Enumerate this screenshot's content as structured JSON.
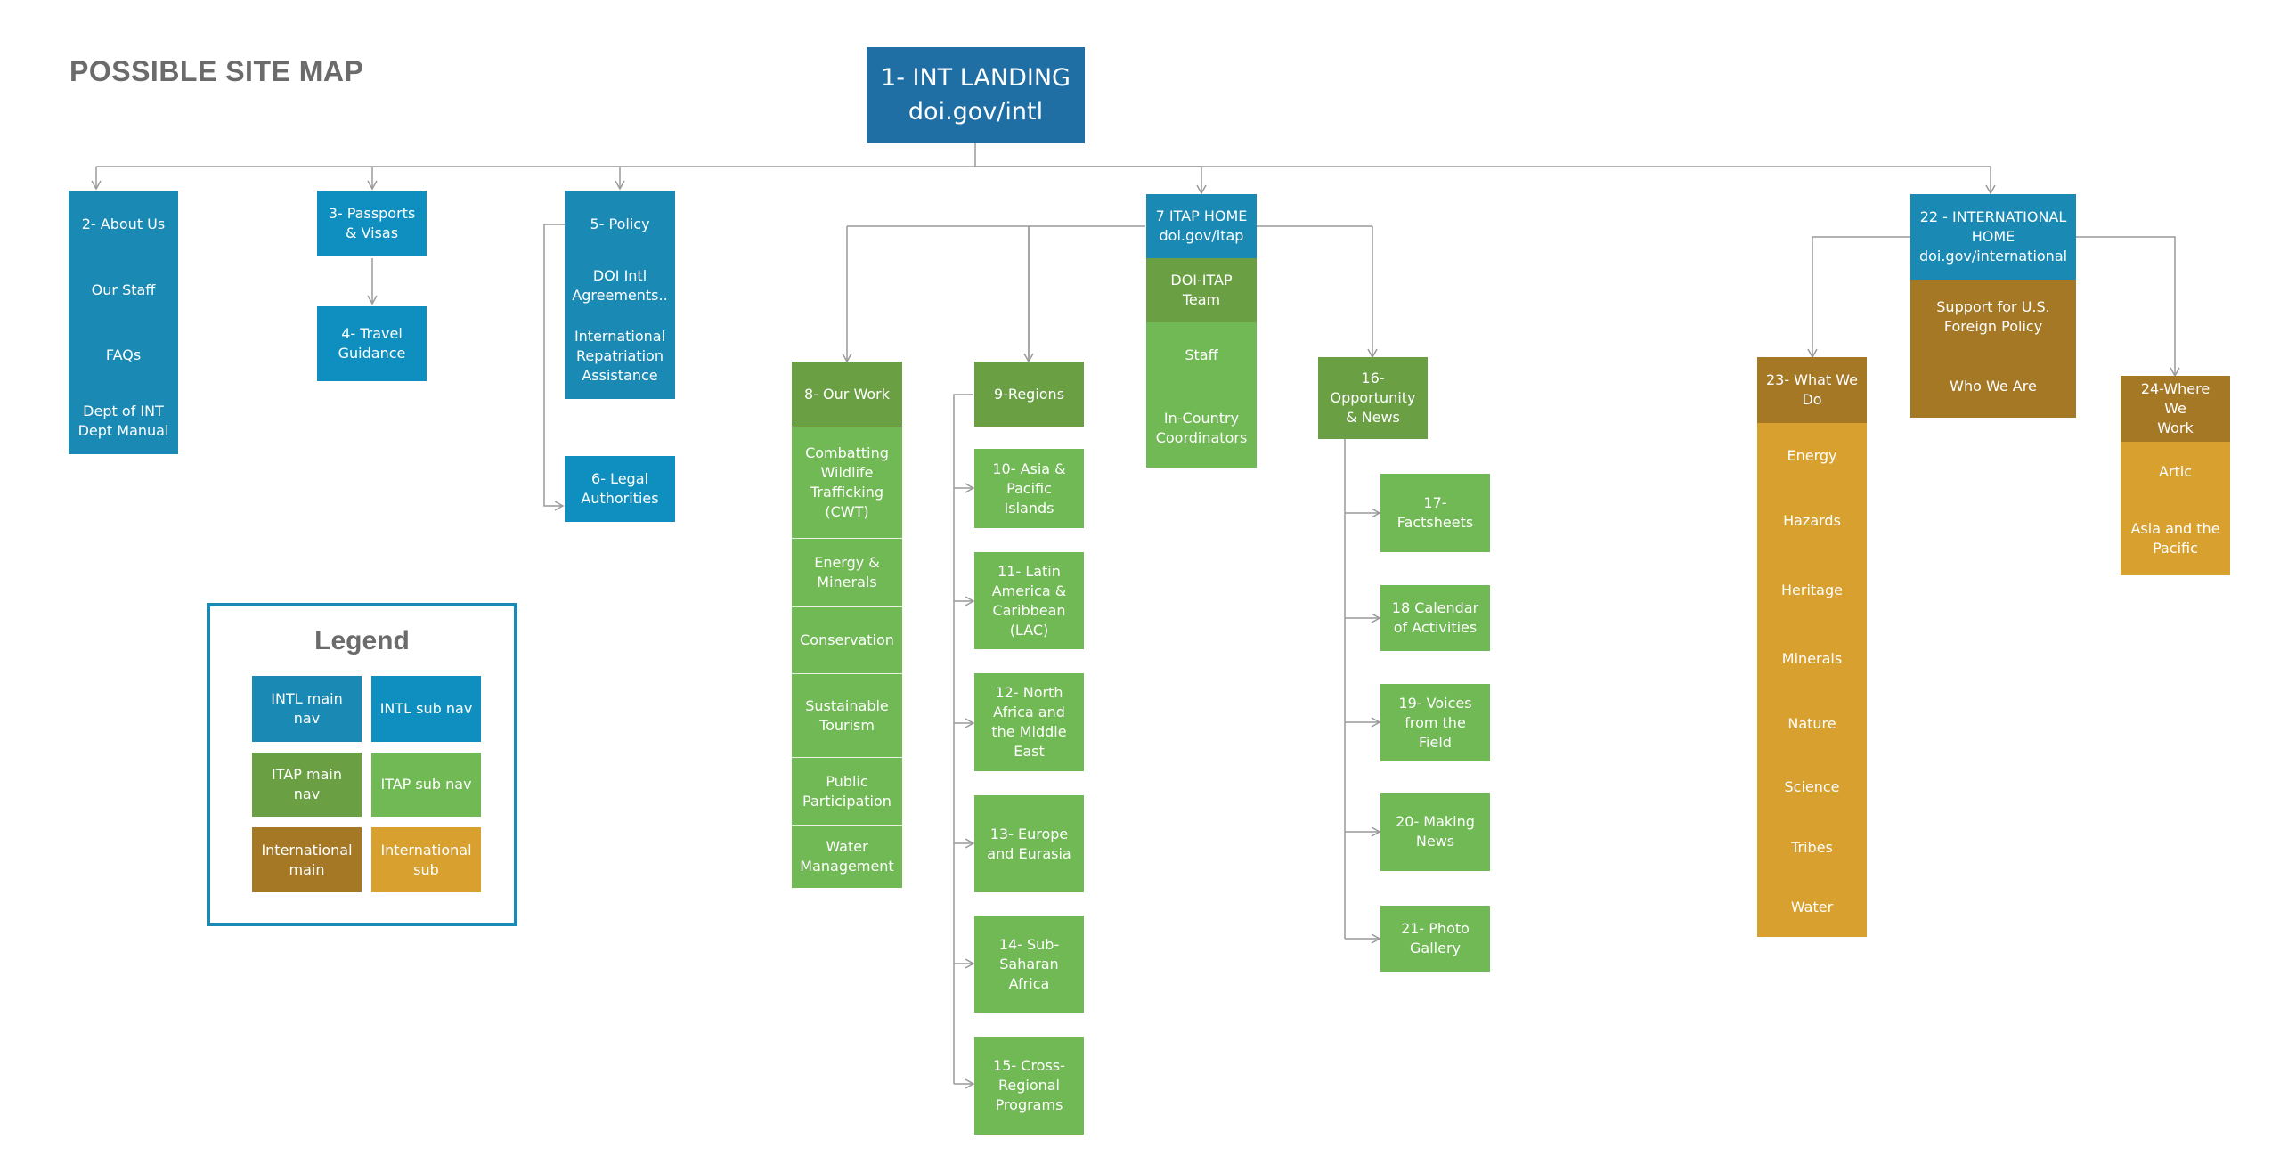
{
  "title": "POSSIBLE SITE MAP",
  "root": {
    "line1": "1- INT LANDING",
    "line2": "doi.gov/intl"
  },
  "colors": {
    "intl_main": "#1a8ab5",
    "intl_sub": "#0f8fbf",
    "itap_main": "#6a9f43",
    "itap_sub": "#71b955",
    "international_main": "#a57826",
    "international_sub": "#d7a02f",
    "root": "#1f6ea4",
    "connector": "#9a9a9a"
  },
  "nodes": {
    "about": [
      "2- About Us",
      "Our Staff",
      "FAQs",
      "Dept of INT\nDept Manual"
    ],
    "passports": "3- Passports\n& Visas",
    "travel": "4- Travel\nGuidance",
    "policy": [
      "5- Policy",
      "DOI Intl\nAgreements..",
      "International\nRepatriation\nAssistance"
    ],
    "legal": "6- Legal\nAuthorities",
    "itap_home": "7 ITAP HOME\ndoi.gov/itap",
    "itap_team": [
      "DOI-ITAP\nTeam",
      "Staff",
      "In-Country\nCoordinators"
    ],
    "our_work": [
      "8- Our Work",
      "Combatting\nWildlife\nTrafficking\n(CWT)",
      "Energy &\nMinerals",
      "Conservation",
      "Sustainable\nTourism",
      "Public\nParticipation",
      "Water\nManagement"
    ],
    "regions_head": "9-Regions",
    "regions": [
      "10- Asia &\nPacific\nIslands",
      "11- Latin\nAmerica &\nCaribbean\n(LAC)",
      "12- North\nAfrica and\nthe Middle\nEast",
      "13- Europe\nand Eurasia",
      "14- Sub-\nSaharan\nAfrica",
      "15- Cross-\nRegional\nPrograms"
    ],
    "opportunity_head": "16-\nOpportunity\n& News",
    "opportunity": [
      "17-\nFactsheets",
      "18 Calendar\nof Activities",
      "19- Voices\nfrom the\nField",
      "20- Making\nNews",
      "21- Photo\nGallery"
    ],
    "intl_home": [
      "22 - INTERNATIONAL\nHOME\ndoi.gov/international",
      "Support for U.S.\nForeign Policy",
      "Who We Are"
    ],
    "what_we_do": [
      "23- What We\nDo",
      "Energy",
      "Hazards",
      "Heritage",
      "Minerals",
      "Nature",
      "Science",
      "Tribes",
      "Water"
    ],
    "where_we_work": [
      "24-Where We\nWork",
      "Artic",
      "Asia and the\nPacific"
    ]
  },
  "legend": {
    "title": "Legend",
    "items": [
      {
        "label": "INTL main\nnav",
        "color": "#1a8ab5"
      },
      {
        "label": "INTL sub nav",
        "color": "#0f8fbf"
      },
      {
        "label": "ITAP main\nnav",
        "color": "#6a9f43"
      },
      {
        "label": "ITAP sub nav",
        "color": "#71b955"
      },
      {
        "label": "International\nmain",
        "color": "#a57826"
      },
      {
        "label": "International\nsub",
        "color": "#d7a02f"
      }
    ]
  }
}
